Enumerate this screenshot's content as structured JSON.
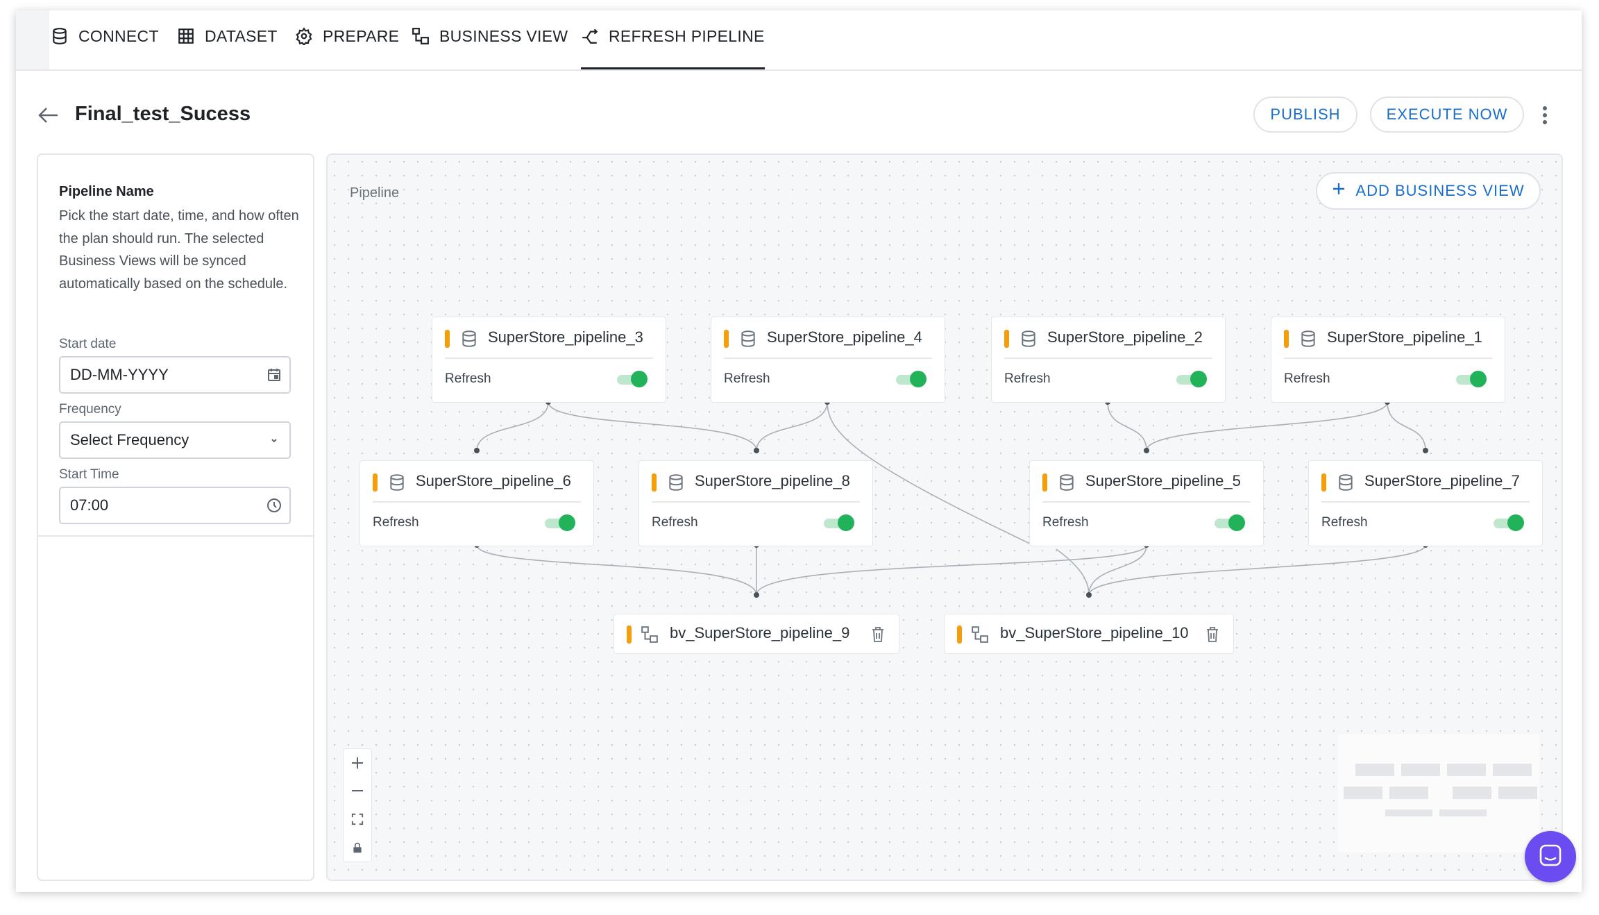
{
  "nav": {
    "tabs": [
      {
        "label": "CONNECT",
        "icon": "database-icon"
      },
      {
        "label": "DATASET",
        "icon": "table-icon"
      },
      {
        "label": "PREPARE",
        "icon": "gear-icon"
      },
      {
        "label": "BUSINESS VIEW",
        "icon": "business-view-icon"
      },
      {
        "label": "REFRESH PIPELINE",
        "icon": "pipeline-icon",
        "active": true
      }
    ]
  },
  "header": {
    "title": "Final_test_Sucess",
    "publish_label": "PUBLISH",
    "execute_label": "EXECUTE NOW"
  },
  "panel": {
    "title": "Pipeline Name",
    "description": "Pick the start date, time, and how often the plan should run. The selected Business Views will be synced automatically based on the schedule.",
    "start_date_label": "Start date",
    "start_date_value": "DD-MM-YYYY",
    "frequency_label": "Frequency",
    "frequency_value": "Select Frequency",
    "start_time_label": "Start Time",
    "start_time_value": "07:00"
  },
  "canvas": {
    "label": "Pipeline",
    "add_button_label": "ADD BUSINESS VIEW",
    "nodes": [
      {
        "name": "SuperStore_pipeline_3",
        "action": "Refresh",
        "enabled": true
      },
      {
        "name": "SuperStore_pipeline_4",
        "action": "Refresh",
        "enabled": true
      },
      {
        "name": "SuperStore_pipeline_2",
        "action": "Refresh",
        "enabled": true
      },
      {
        "name": "SuperStore_pipeline_1",
        "action": "Refresh",
        "enabled": true
      },
      {
        "name": "SuperStore_pipeline_6",
        "action": "Refresh",
        "enabled": true
      },
      {
        "name": "SuperStore_pipeline_8",
        "action": "Refresh",
        "enabled": true
      },
      {
        "name": "SuperStore_pipeline_5",
        "action": "Refresh",
        "enabled": true
      },
      {
        "name": "SuperStore_pipeline_7",
        "action": "Refresh",
        "enabled": true
      }
    ],
    "business_views": [
      {
        "name": "bv_SuperStore_pipeline_9"
      },
      {
        "name": "bv_SuperStore_pipeline_10"
      }
    ]
  },
  "colors": {
    "accent": "#1a6ec9",
    "node_marker": "#f59e0b",
    "toggle_on": "#22b35a",
    "chat": "#6a4cf0"
  }
}
